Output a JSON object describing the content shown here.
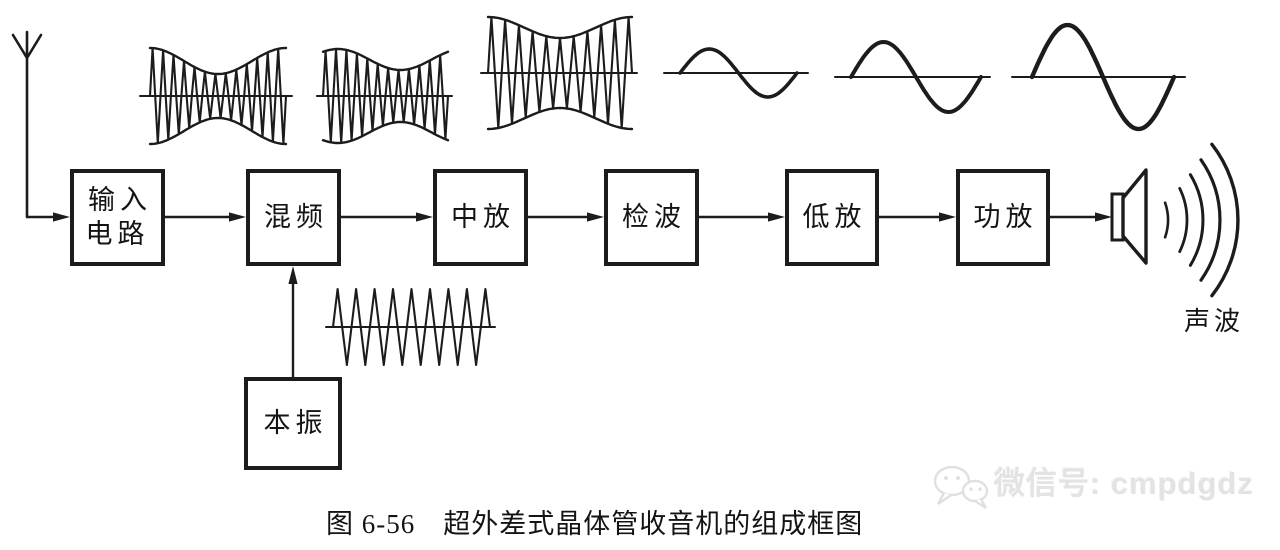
{
  "diagram": {
    "caption": "图 6-56　超外差式晶体管收音机的组成框图",
    "sound_label": "声波",
    "blocks": [
      {
        "label": "输入\n电路"
      },
      {
        "label": "混频"
      },
      {
        "label": "中放"
      },
      {
        "label": "检波"
      },
      {
        "label": "低放"
      },
      {
        "label": "功放"
      },
      {
        "label": "本振"
      }
    ]
  },
  "watermark": {
    "text": "微信号: cmpdgdz"
  },
  "colors": {
    "ink": "#1c1c1c",
    "background": "#ffffff",
    "watermark": "#e0e0e0"
  },
  "waveforms": {
    "rf_am_1": {
      "type": "am",
      "cycles": 13,
      "amp_max": 48,
      "amp_min": 22,
      "env_phase": 0
    },
    "rf_am_2": {
      "type": "am",
      "cycles": 12,
      "amp_max": 47,
      "amp_min": 26,
      "env_phase": 0.12
    },
    "if_am": {
      "type": "am",
      "cycles": 10.5,
      "amp_max": 56,
      "amp_min": 35,
      "env_phase": 0
    },
    "audio_small": {
      "type": "sine",
      "cycles": 1,
      "amp": 24,
      "stroke": 3.6
    },
    "audio_medium": {
      "type": "sine",
      "cycles": 1,
      "amp": 35,
      "stroke": 4
    },
    "audio_large": {
      "type": "sine",
      "cycles": 1,
      "amp": 52,
      "stroke": 4.4
    },
    "local_osc": {
      "type": "carrier",
      "cycles": 8.5,
      "amp": 38
    }
  }
}
